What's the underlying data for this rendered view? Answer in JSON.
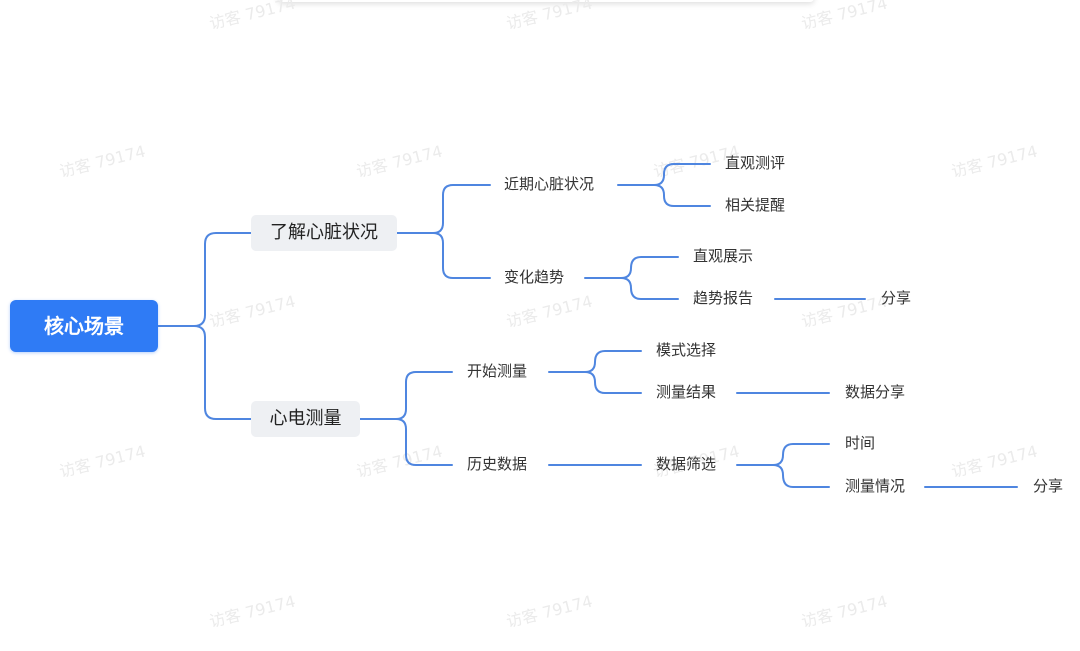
{
  "watermark": "访客 79174",
  "accent_color": "#2f7bf5",
  "line_color": "#4f86e0",
  "mindmap": {
    "root": "核心场景",
    "topic_a": {
      "label": "了解心脏状况",
      "recent": {
        "label": "近期心脏状况",
        "children": [
          "直观测评",
          "相关提醒"
        ]
      },
      "trend": {
        "label": "变化趋势",
        "show": "直观展示",
        "report": {
          "label": "趋势报告",
          "child": "分享"
        }
      }
    },
    "topic_b": {
      "label": "心电测量",
      "start": {
        "label": "开始测量",
        "mode": "模式选择",
        "result": {
          "label": "测量结果",
          "child": "数据分享"
        }
      },
      "history": {
        "label": "历史数据",
        "filter": {
          "label": "数据筛选",
          "time": "时间",
          "situation": {
            "label": "测量情况",
            "child": "分享"
          }
        }
      }
    }
  }
}
